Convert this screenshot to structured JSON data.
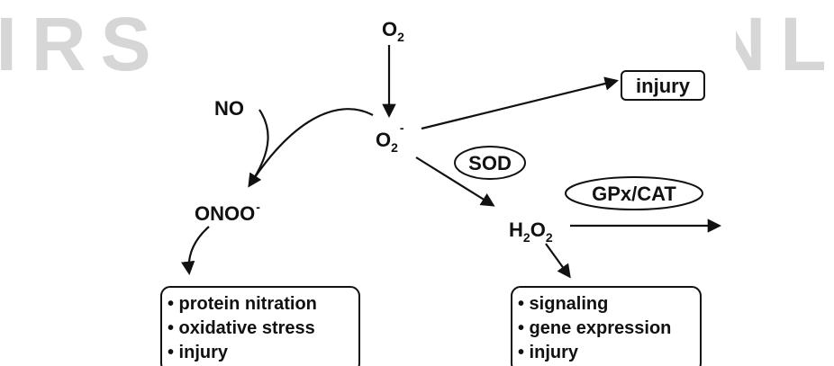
{
  "watermark": {
    "text": "FIRST PROOF ONLY"
  },
  "nodes": {
    "o2": {
      "base": "O",
      "sub": "2"
    },
    "superoxide": {
      "base": "O",
      "sub": "2",
      "sup": "-"
    },
    "no": {
      "text": "NO"
    },
    "peroxynitrite": {
      "base": "ONOO",
      "sup": "-"
    },
    "h2o2": {
      "p1": "H",
      "s1": "2",
      "p2": "O",
      "s2": "2"
    }
  },
  "enzymes": {
    "sod": "SOD",
    "gpx_cat": "GPx/CAT"
  },
  "boxes": {
    "injury_top": "injury",
    "peroxynitrite_effects": [
      "• protein nitration",
      "• oxidative stress",
      "• injury"
    ],
    "h2o2_effects": [
      "• signaling",
      "• gene expression",
      "• injury"
    ]
  },
  "colors": {
    "ink": "#111111",
    "watermark": "#d6d6d6",
    "background": "#ffffff"
  }
}
